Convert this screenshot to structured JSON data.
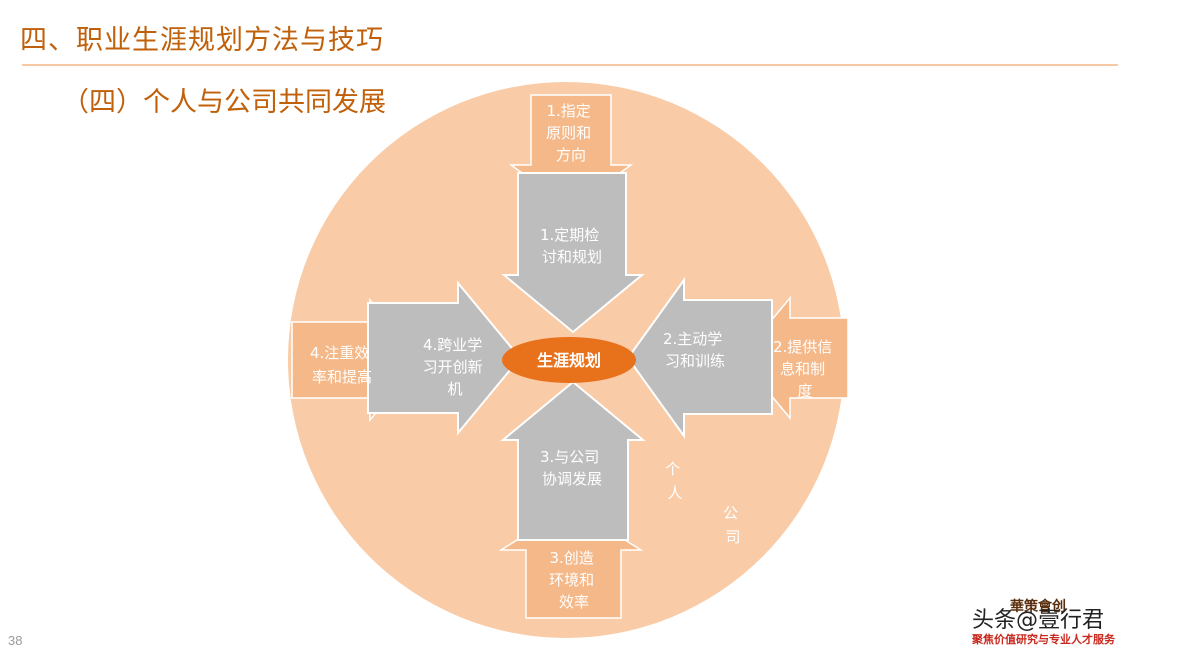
{
  "title": "四、职业生涯规划方法与技巧",
  "subtitle": "（四）个人与公司共同发展",
  "page_number": "38",
  "colors": {
    "accent": "#c0600a",
    "company_ring": "#f9cba6",
    "outer_arrow": "#f5b889",
    "inner_arrow": "#bdbdbd",
    "center": "#e8711c"
  },
  "center": {
    "label": "生涯规划"
  },
  "ring_labels": {
    "individual": "个人",
    "company": "公司"
  },
  "inner_arrows": {
    "top": [
      "1.定期检",
      "讨和规划"
    ],
    "right": [
      "2.主动学",
      "习和训练"
    ],
    "bottom": [
      "3.与公司",
      "协调发展"
    ],
    "left": [
      "4.跨业学",
      "习开创新",
      "机"
    ]
  },
  "outer_arrows": {
    "top": [
      "1.指定",
      "原则和",
      "方向"
    ],
    "right": [
      "2.提供信",
      "息和制",
      "度"
    ],
    "bottom": [
      "3.创造",
      "环境和",
      "效率"
    ],
    "left": [
      "4.注重效",
      "率和提高"
    ]
  },
  "watermark": {
    "brand": "華策會创",
    "source": "头条@壹行君",
    "tagline": "聚焦价值研究与专业人才服务"
  }
}
